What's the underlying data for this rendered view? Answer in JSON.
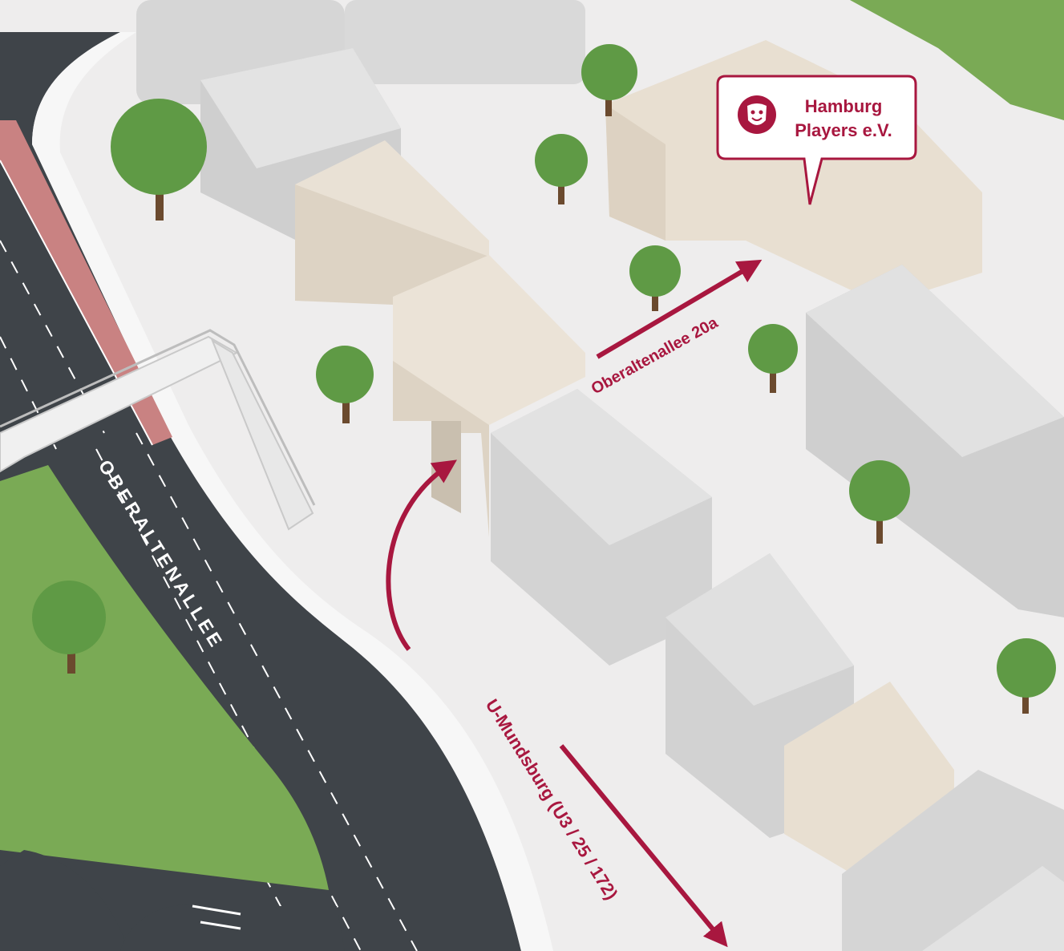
{
  "map": {
    "street_name": "OBERALTENALLEE",
    "route_to_entrance": "Oberaltenallee 20a",
    "route_to_subway": "U-Mundsburg (U3 / 25 / 172)",
    "destination": {
      "name_line1": "Hamburg",
      "name_line2": "Players e.V.",
      "icon": "theater-masks-icon"
    }
  },
  "colors": {
    "accent": "#a8173f",
    "road": "#3f4449",
    "grass": "#7aaa55",
    "sidewalk": "#f3f2f2",
    "building_grey": "#d8d8d8",
    "building_beige": "#e6ddd0",
    "bike_lane": "#c98282"
  }
}
